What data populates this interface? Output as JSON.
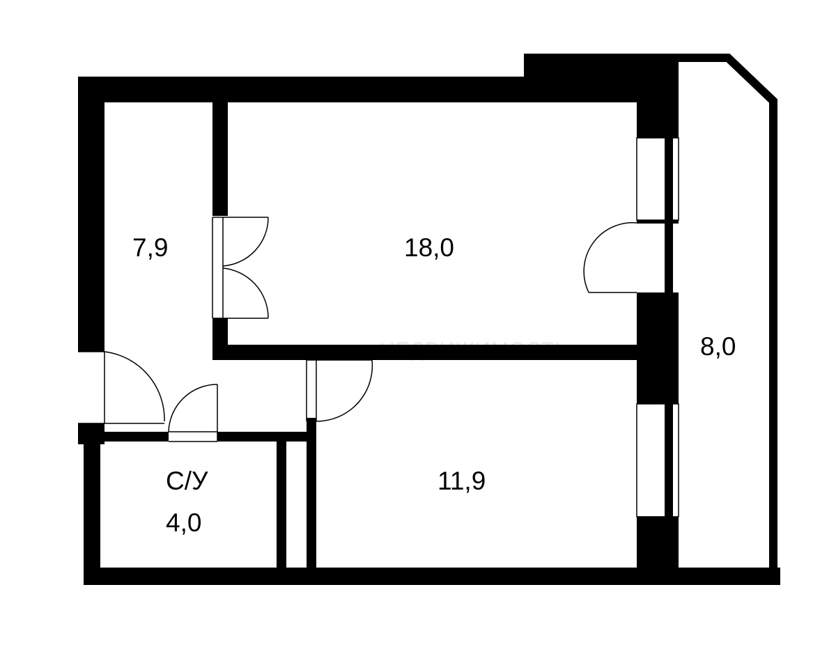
{
  "colors": {
    "wall": "#000000",
    "background": "#ffffff",
    "watermark": "#e4e4e4"
  },
  "rooms": {
    "hallway": {
      "area": "7,9"
    },
    "living_room": {
      "area": "18,0"
    },
    "bathroom": {
      "name": "С/У",
      "area": "4,0"
    },
    "bedroom": {
      "area": "11,9"
    },
    "balcony": {
      "area": "8,0"
    }
  },
  "watermark": {
    "text": "НЕДВИЖИМОСТЬ"
  }
}
